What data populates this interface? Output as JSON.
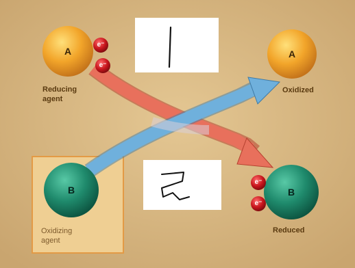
{
  "diagram": {
    "atom_a_reduced_letter": "A",
    "atom_a_oxidized_letter": "A",
    "atom_b_start_letter": "B",
    "atom_b_reduced_letter": "B",
    "electron_label": "e⁻",
    "reducing_agent_line1": "Reducing",
    "reducing_agent_line2": "agent",
    "oxidized_label": "Oxidized",
    "oxidizing_agent_line1": "Oxidizing",
    "oxidizing_agent_line2": "agent",
    "reduced_label": "Reduced",
    "handwritten_1": "1",
    "handwritten_2": "2",
    "colors": {
      "background": "#d9b883",
      "atom_a": "#f2a52a",
      "atom_b": "#1f8a6c",
      "electron": "#c8161d",
      "red_arrow": "#e8705c",
      "blue_arrow": "#6fb0dc",
      "box_border": "#e39a45",
      "box_fill": "#efcf93"
    }
  }
}
